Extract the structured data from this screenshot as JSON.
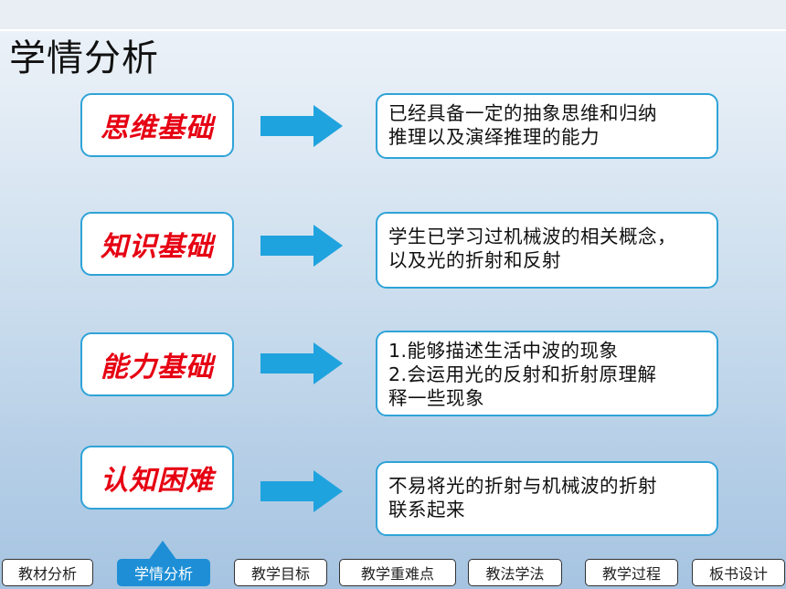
{
  "page": {
    "title": "学情分析"
  },
  "sections": [
    {
      "label": "思维基础",
      "desc_lines": [
        "已经具备一定的抽象思维和归纳",
        "推理以及演绎推理的能力"
      ]
    },
    {
      "label": "知识基础",
      "desc_lines": [
        "学生已学习过机械波的相关概念，",
        "以及光的折射和反射"
      ]
    },
    {
      "label": "能力基础",
      "desc_lines": [
        "1.能够描述生活中波的现象",
        "2.会运用光的反射和折射原理解",
        "释一些现象"
      ]
    },
    {
      "label": "认知困难",
      "desc_lines": [
        "不易将光的折射与机械波的折射",
        "联系起来"
      ]
    }
  ],
  "nav": {
    "active_index": 1,
    "tabs": [
      "教材分析",
      "学情分析",
      "教学目标",
      "教学重难点",
      "教法学法",
      "教学过程",
      "板书设计"
    ]
  },
  "colors": {
    "label_text": "#e60012",
    "border": "#2fa3d8",
    "arrow": "#1fa3de",
    "active_tab": "#1e8fd6"
  },
  "icons": {
    "arrow": "right-arrow-icon",
    "pointer": "triangle-up-icon"
  }
}
